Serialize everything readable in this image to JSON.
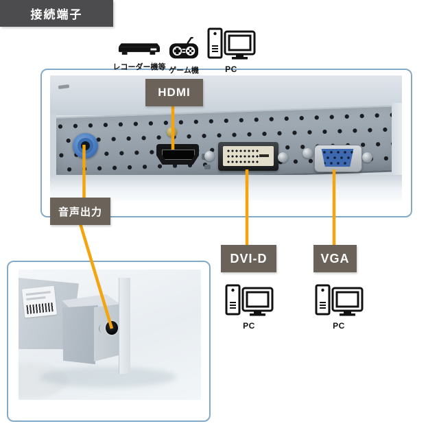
{
  "title": {
    "label": "接続端子"
  },
  "devices": {
    "recorder": {
      "label": "レコーダー機等",
      "icon": "recorder-icon"
    },
    "game": {
      "label": "ゲーム機",
      "icon": "gamepad-icon"
    },
    "pc_top": {
      "label": "PC",
      "icon": "pc-icon"
    }
  },
  "badges": {
    "hdmi": "HDMI",
    "audio_out": "音声出力",
    "dvi_d": "DVI-D",
    "vga": "VGA"
  },
  "pc_targets": {
    "dvi": {
      "label": "PC",
      "icon": "pc-icon"
    },
    "vga": {
      "label": "PC",
      "icon": "pc-icon"
    }
  },
  "colors": {
    "title_bg": "#4c4c4e",
    "label_badge_bg": "#6b6259",
    "connector_line": "#f3a40e",
    "frame_border": "#82aac8",
    "vga_connector_blue": "#3e68b0",
    "audio_jack_blue": "#4a7cc0"
  }
}
